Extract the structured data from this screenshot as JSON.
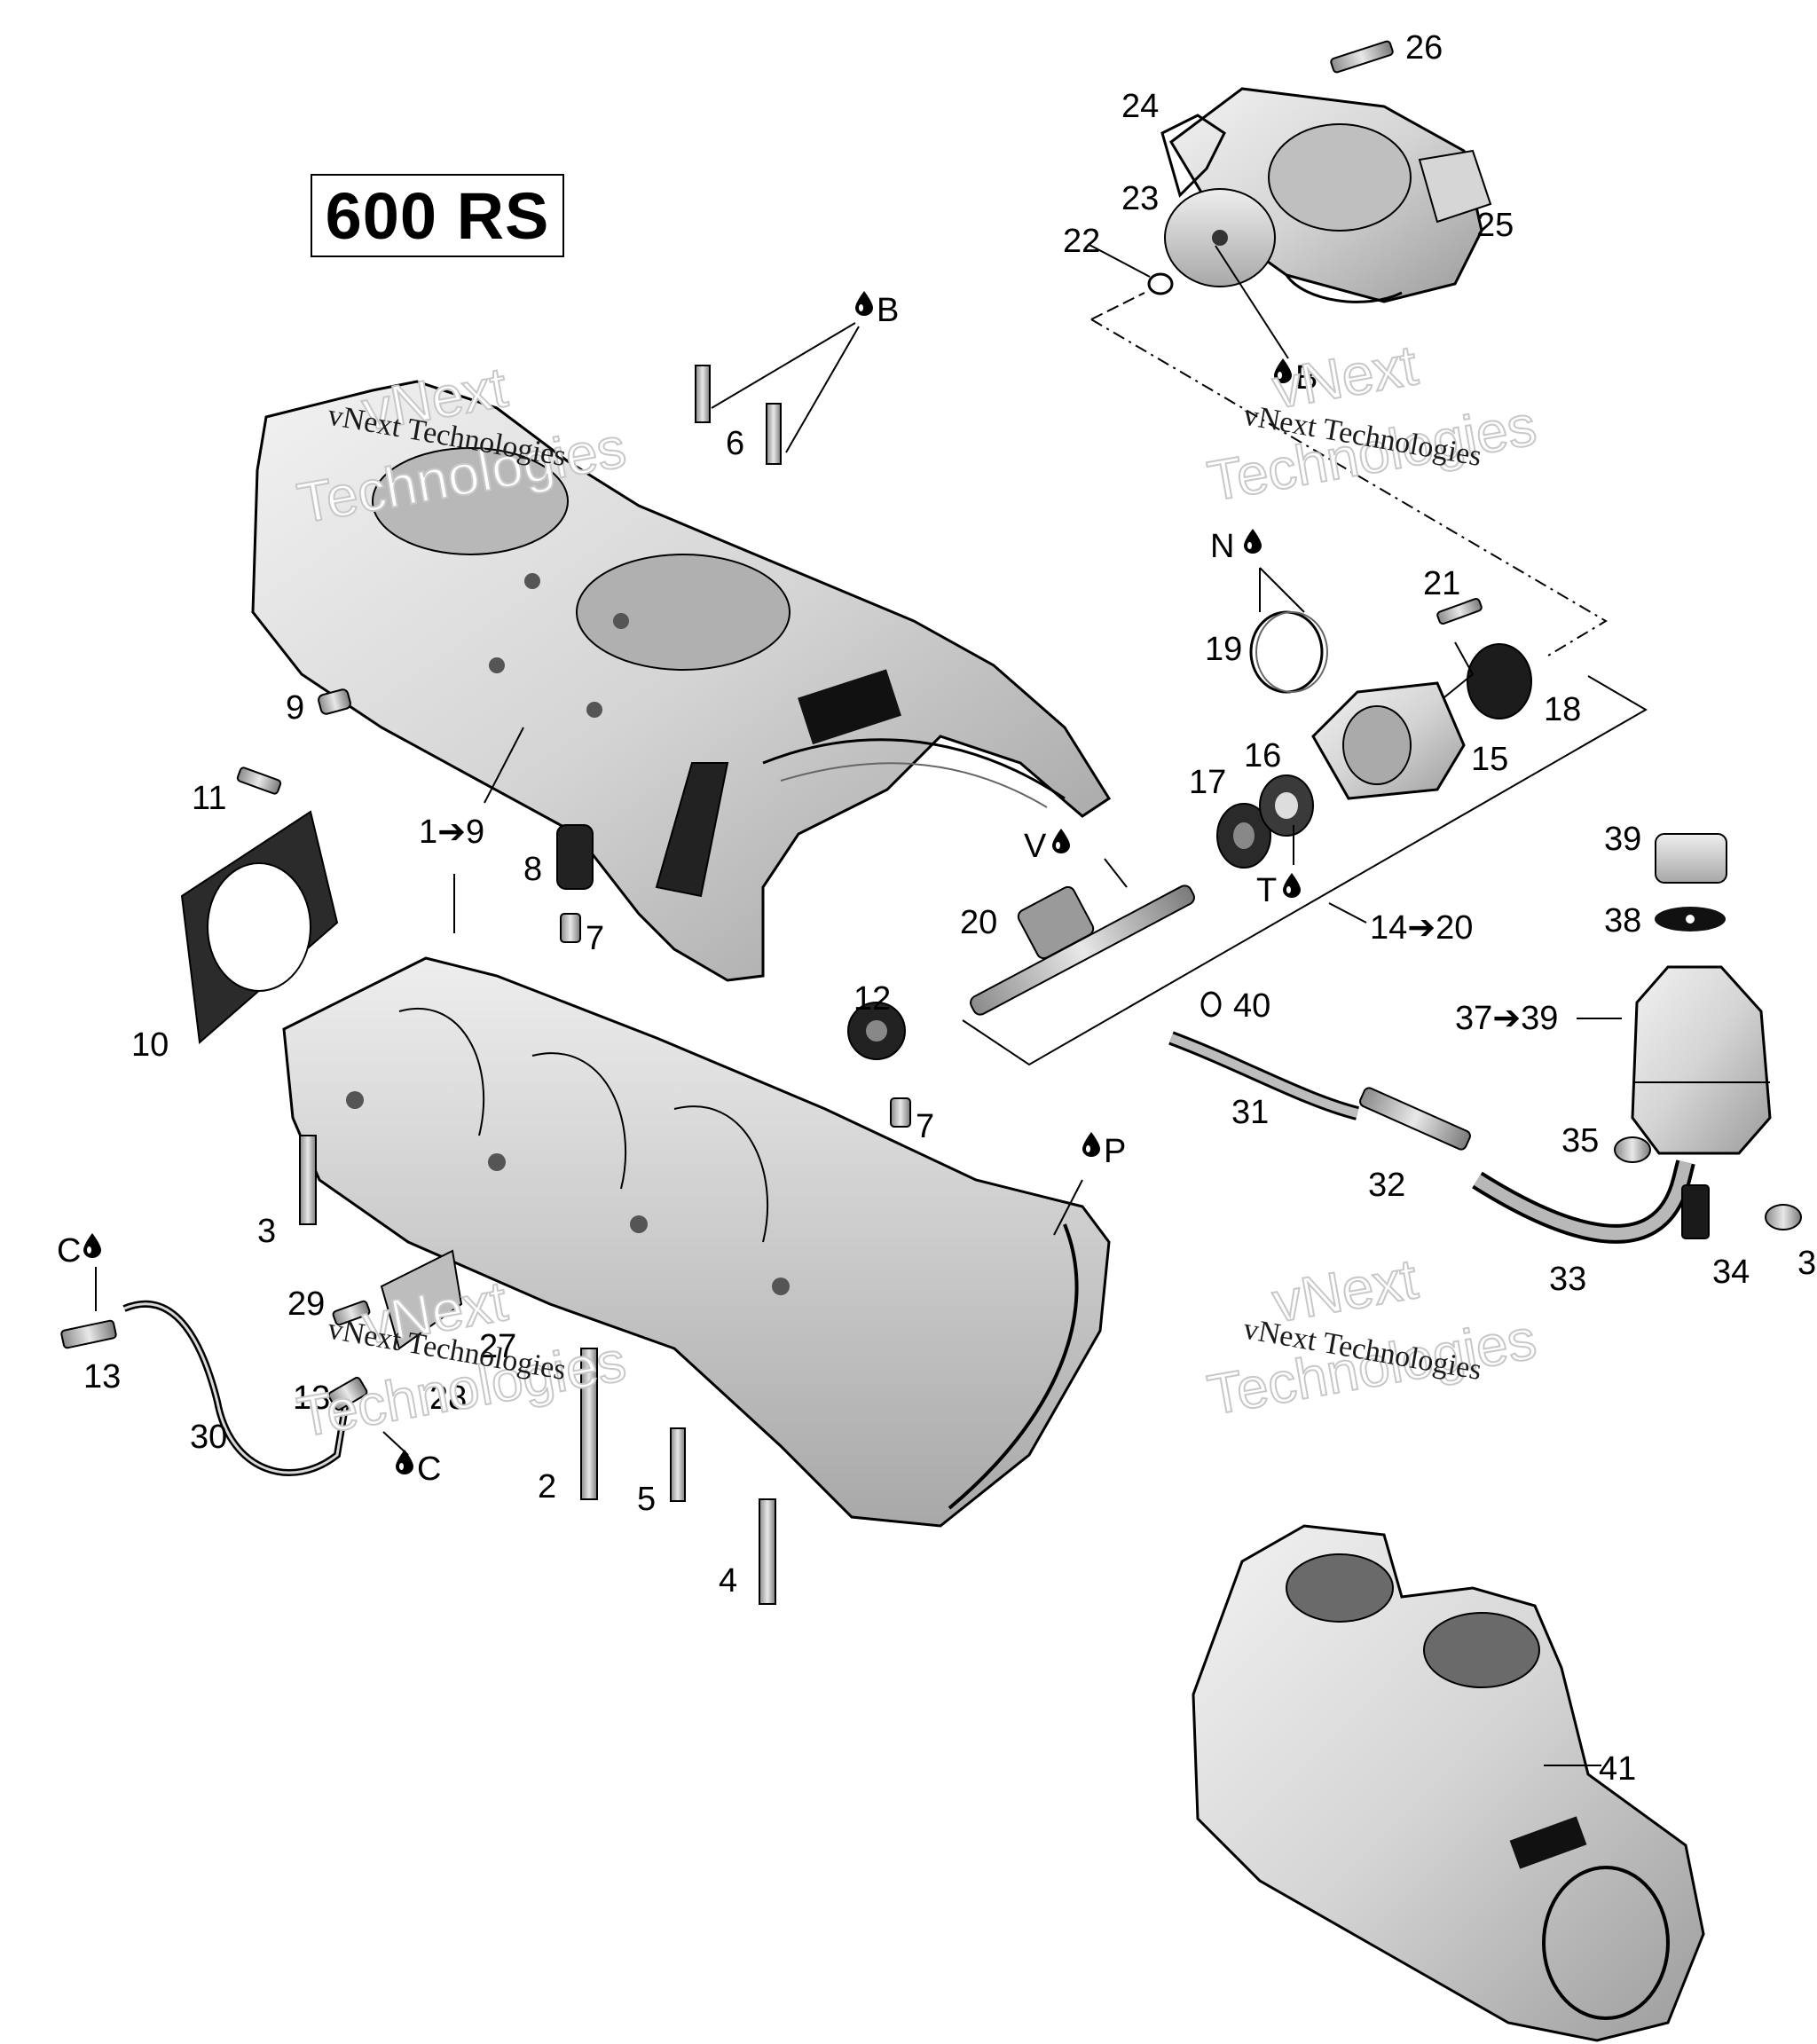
{
  "title": "600 RS",
  "watermark": {
    "line1": "vNext Technologies",
    "big_top": "vNext",
    "big_bottom": "Technologies"
  },
  "labels": {
    "l1": "1➔9",
    "l2": "2",
    "l3": "3",
    "l4": "4",
    "l5": "5",
    "l6": "6",
    "l7a": "7",
    "l7b": "7",
    "l8": "8",
    "l9": "9",
    "l10": "10",
    "l11": "11",
    "l12": "12",
    "l13a": "13",
    "l13b": "13",
    "l14": "14➔20",
    "l15": "15",
    "l16": "16",
    "l17": "17",
    "l18": "18",
    "l19": "19",
    "l20": "20",
    "l21": "21",
    "l22": "22",
    "l23": "23",
    "l24": "24",
    "l25": "25",
    "l26": "26",
    "l27": "27",
    "l28": "28",
    "l29": "29",
    "l30": "30",
    "l31": "31",
    "l32": "32",
    "l33": "33",
    "l34": "34",
    "l35": "35",
    "l36": "3",
    "l37": "37➔39",
    "l38": "38",
    "l39": "39",
    "l40": "40",
    "l41": "41"
  },
  "lube": {
    "b1": "B",
    "b2": "B",
    "n": "N",
    "v": "V",
    "t": "T",
    "p": "P",
    "c1": "C",
    "c2": "C"
  },
  "colors": {
    "metal_light": "#e6e6e6",
    "metal_mid": "#c4c4c4",
    "metal_dark": "#8a8a8a",
    "line": "#000000"
  }
}
